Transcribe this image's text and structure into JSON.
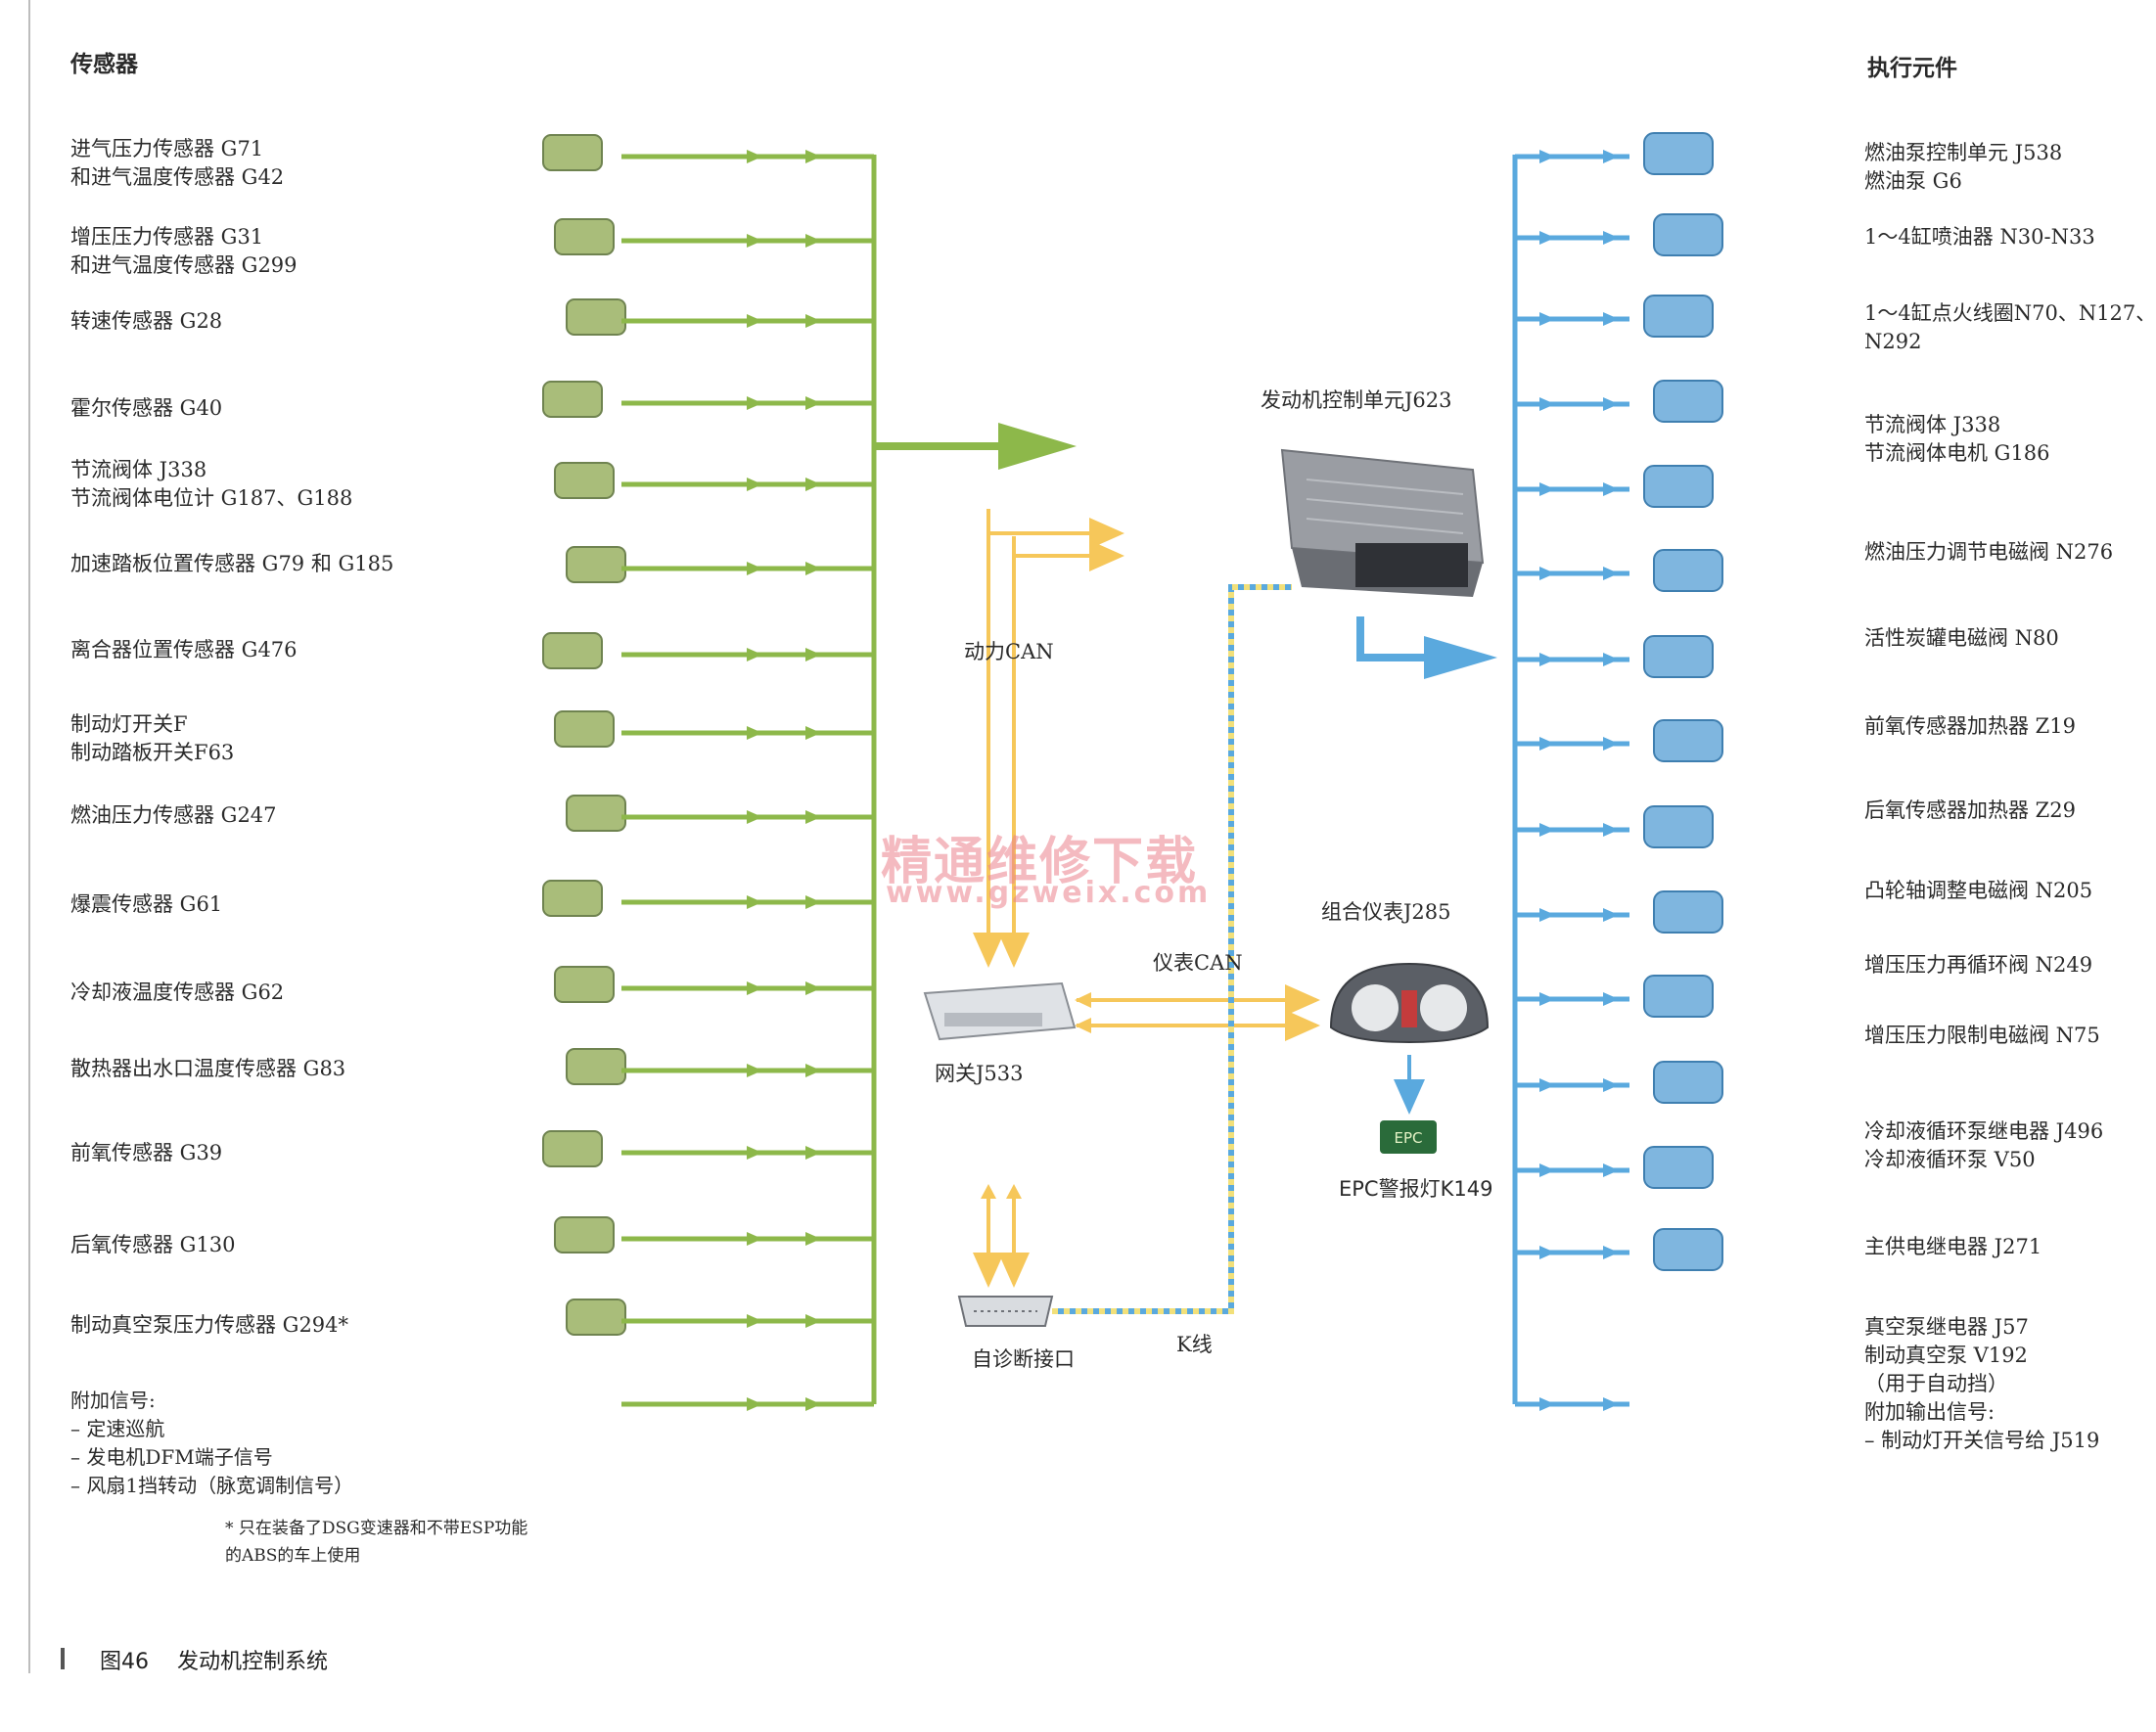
{
  "headers": {
    "sensors": "传感器",
    "actuators": "执行元件"
  },
  "sensors": [
    {
      "lines": [
        "进气压力传感器 G71",
        "和进气温度传感器 G42"
      ]
    },
    {
      "lines": [
        "增压压力传感器 G31",
        "和进气温度传感器 G299"
      ]
    },
    {
      "lines": [
        "转速传感器 G28"
      ]
    },
    {
      "lines": [
        "霍尔传感器 G40"
      ]
    },
    {
      "lines": [
        "节流阀体 J338",
        "节流阀体电位计 G187、G188"
      ]
    },
    {
      "lines": [
        "加速踏板位置传感器 G79 和 G185"
      ]
    },
    {
      "lines": [
        "离合器位置传感器 G476"
      ]
    },
    {
      "lines": [
        "制动灯开关F",
        "制动踏板开关F63"
      ]
    },
    {
      "lines": [
        "燃油压力传感器 G247"
      ]
    },
    {
      "lines": [
        "爆震传感器 G61"
      ]
    },
    {
      "lines": [
        "冷却液温度传感器 G62"
      ]
    },
    {
      "lines": [
        "散热器出水口温度传感器 G83"
      ]
    },
    {
      "lines": [
        "前氧传感器 G39"
      ]
    },
    {
      "lines": [
        "后氧传感器 G130"
      ]
    },
    {
      "lines": [
        "制动真空泵压力传感器 G294*"
      ]
    }
  ],
  "additional_signals": {
    "title": "附加信号:",
    "items": [
      "– 定速巡航",
      "– 发电机DFM端子信号",
      "– 风扇1挡转动（脉宽调制信号）"
    ]
  },
  "footnote": [
    "* 只在装备了DSG变速器和不带ESP功能",
    "的ABS的车上使用"
  ],
  "actuators": [
    {
      "lines": [
        "燃油泵控制单元 J538",
        "燃油泵 G6"
      ]
    },
    {
      "lines": [
        "1～4缸喷油器 N30-N33"
      ]
    },
    {
      "lines": [
        "1～4缸点火线圈N70、N127、",
        "N292"
      ]
    },
    {
      "lines": [
        "节流阀体 J338",
        "节流阀体电机 G186"
      ]
    },
    {
      "lines": [
        "燃油压力调节电磁阀 N276"
      ]
    },
    {
      "lines": [
        "活性炭罐电磁阀 N80"
      ]
    },
    {
      "lines": [
        "前氧传感器加热器 Z19"
      ]
    },
    {
      "lines": [
        "后氧传感器加热器 Z29"
      ]
    },
    {
      "lines": [
        "凸轮轴调整电磁阀 N205"
      ]
    },
    {
      "lines": [
        "增压压力再循环阀 N249"
      ]
    },
    {
      "lines": [
        "增压压力限制电磁阀 N75"
      ]
    },
    {
      "lines": [
        "冷却液循环泵继电器 J496",
        "冷却液循环泵 V50"
      ]
    },
    {
      "lines": [
        "主供电继电器 J271"
      ]
    },
    {
      "lines": [
        "真空泵继电器 J57",
        "制动真空泵 V192",
        "（用于自动挡）",
        "附加输出信号:",
        "– 制动灯开关信号给 J519"
      ]
    }
  ],
  "center": {
    "ecu": "发动机控制单元J623",
    "drive_can": "动力CAN",
    "instrument_can": "仪表CAN",
    "gateway": "网关J533",
    "cluster": "组合仪表J285",
    "epc_lamp": "EPC警报灯K149",
    "epc_icon": "EPC",
    "obd": "自诊断接口",
    "k_line": "K线"
  },
  "watermark": {
    "cn": "精通维修下载",
    "url": "www.gzweix.com"
  },
  "caption": {
    "figure": "图46",
    "title": "发动机控制系统"
  },
  "colors": {
    "sensor_line": "#8db84a",
    "actuator_line": "#5aa9de",
    "can_line": "#f6c75a",
    "kline_blue": "#5aa9de",
    "kline_yellow": "#f2e07a"
  }
}
